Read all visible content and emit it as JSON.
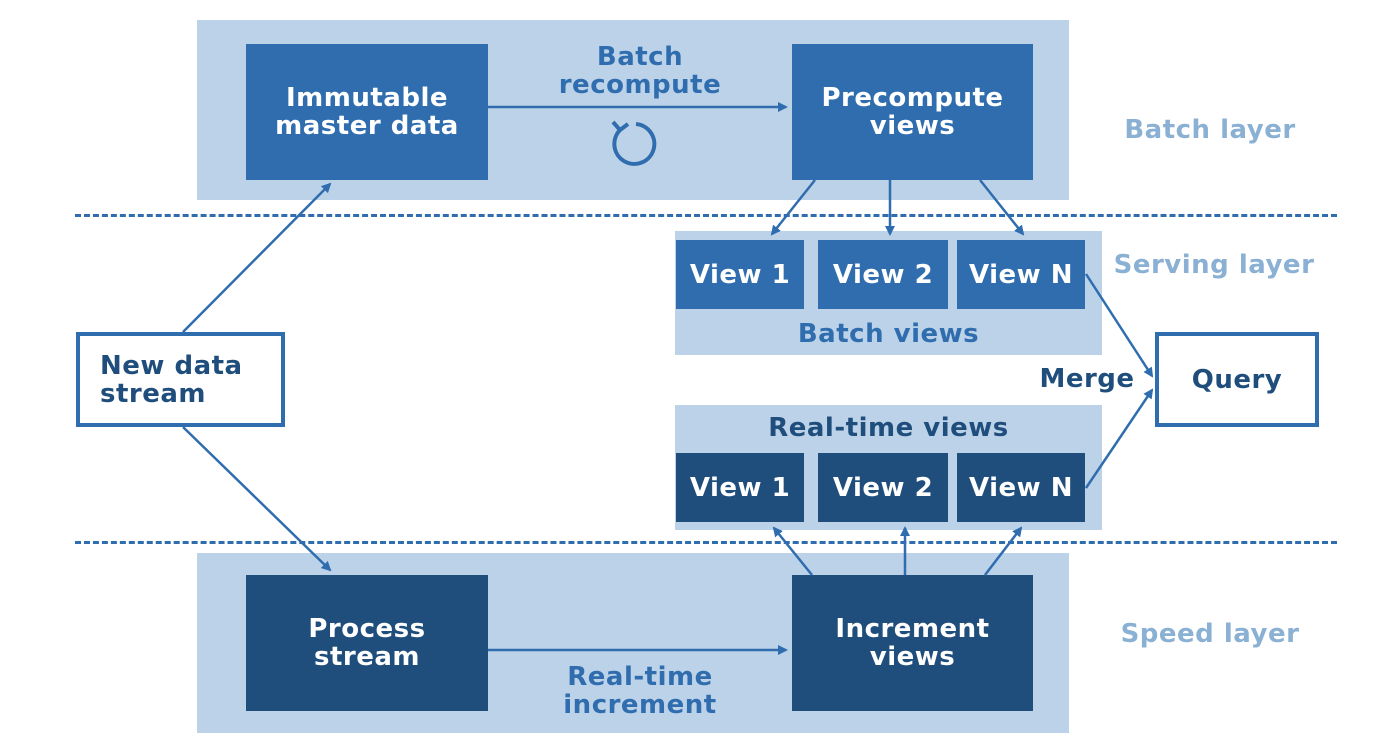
{
  "layers": {
    "batch": "Batch layer",
    "serving": "Serving layer",
    "speed": "Speed layer"
  },
  "boxes": {
    "immutable_master_data": "Immutable\nmaster data",
    "precompute_views": "Precompute\nviews",
    "new_data_stream": "New data\nstream",
    "query": "Query",
    "process_stream": "Process\nstream",
    "increment_views": "Increment\nviews"
  },
  "batch_views": {
    "title": "Batch views",
    "items": [
      "View 1",
      "View 2",
      "View N"
    ]
  },
  "realtime_views": {
    "title": "Real-time views",
    "items": [
      "View 1",
      "View 2",
      "View N"
    ]
  },
  "edge_labels": {
    "batch_recompute": "Batch\nrecompute",
    "merge": "Merge",
    "realtime_increment": "Real-time\nincrement"
  },
  "icons": {
    "recompute_cycle": "refresh-icon"
  },
  "colors": {
    "region_fill": "#bcd2e8",
    "box_mid": "#2f6daf",
    "box_dark": "#1f4e7d",
    "layer_label": "#8ab0d4"
  }
}
